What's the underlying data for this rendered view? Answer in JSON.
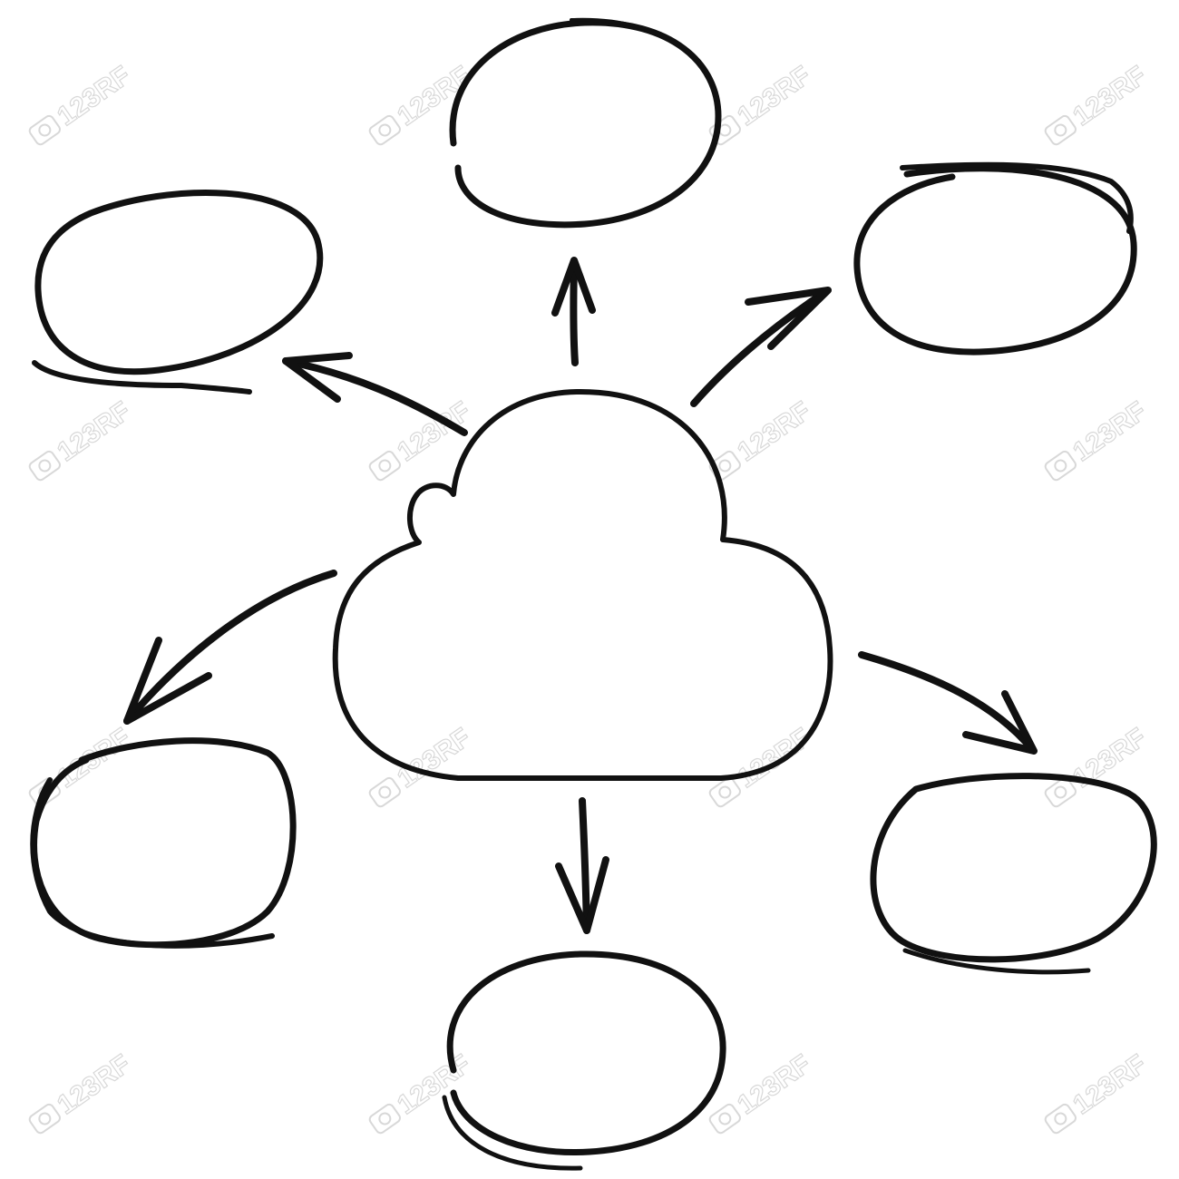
{
  "watermark": {
    "text": "123RF",
    "mark_color": "#d8d8d8"
  },
  "diagram": {
    "ink_color": "#111111",
    "hub": {
      "shape": "cloud"
    },
    "nodes": [
      {
        "id": "top",
        "text": ""
      },
      {
        "id": "upper-right",
        "text": ""
      },
      {
        "id": "lower-right",
        "text": ""
      },
      {
        "id": "bottom",
        "text": ""
      },
      {
        "id": "lower-left",
        "text": ""
      },
      {
        "id": "upper-left",
        "text": ""
      }
    ],
    "edges": [
      {
        "from": "hub",
        "to": "top"
      },
      {
        "from": "hub",
        "to": "upper-right"
      },
      {
        "from": "hub",
        "to": "lower-right"
      },
      {
        "from": "hub",
        "to": "bottom"
      },
      {
        "from": "hub",
        "to": "lower-left"
      },
      {
        "from": "hub",
        "to": "upper-left"
      }
    ]
  }
}
